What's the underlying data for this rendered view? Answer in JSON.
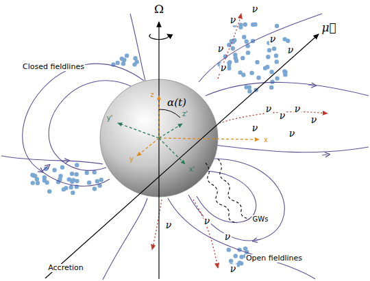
{
  "diagram": {
    "labels": [
      "Ω",
      "μ⃗",
      "Closed fieldlines",
      "α(t)",
      "z",
      "z'",
      "y'",
      "y",
      "x",
      "x'",
      "GWs",
      "Accretion",
      "Open fieldlines",
      "ν",
      "ν",
      "ν",
      "ν",
      "ν",
      "ν",
      "ν",
      "ν",
      "ν",
      "ν",
      "ν",
      "ν",
      "ν",
      "ν",
      "ν",
      "ν"
    ]
  }
}
